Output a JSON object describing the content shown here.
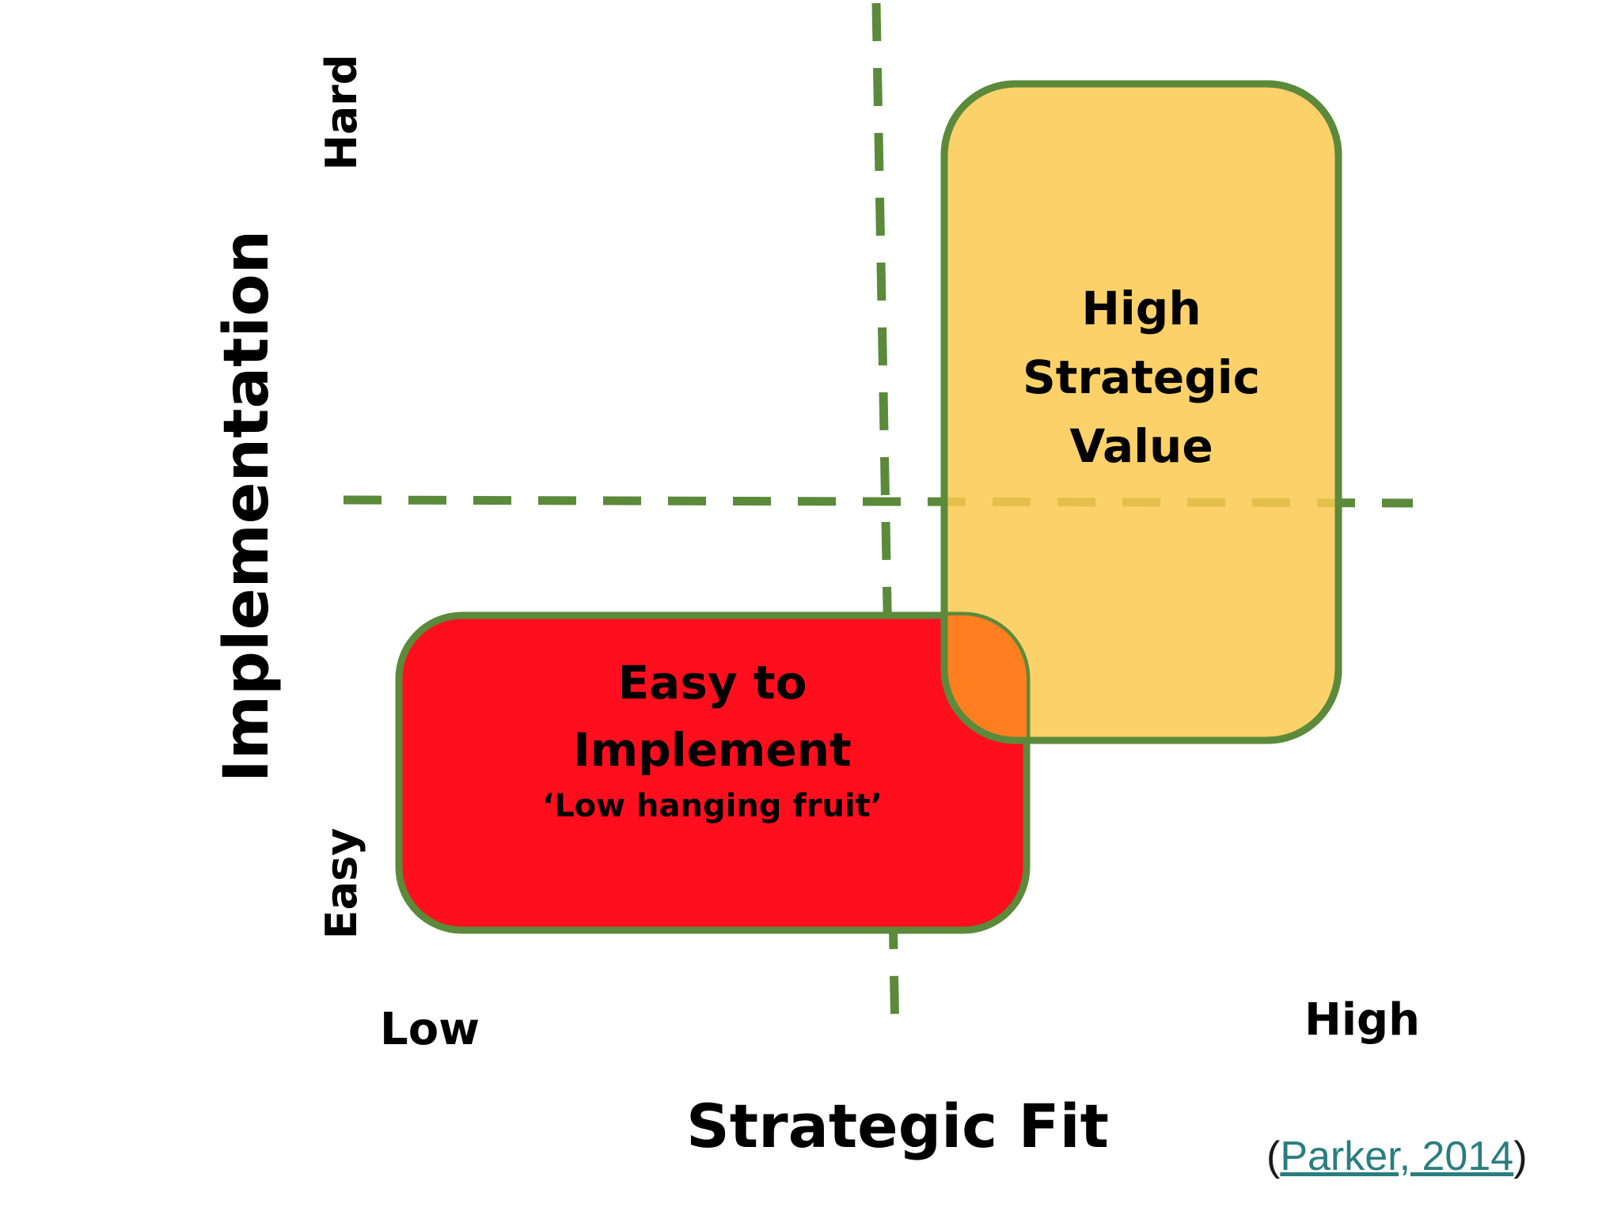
{
  "axes": {
    "y_title": "Implementation",
    "y_high": "Hard",
    "y_low": "Easy",
    "x_title": "Strategic Fit",
    "x_low": "Low",
    "x_high": "High"
  },
  "boxes": {
    "high_value": {
      "line1": "High",
      "line2": "Strategic",
      "line3": "Value"
    },
    "easy": {
      "line1": "Easy to",
      "line2": "Implement",
      "subtitle": "‘Low hanging fruit’"
    }
  },
  "citation": {
    "open": "(",
    "link_text": "Parker, 2014",
    "close": ")"
  },
  "colors": {
    "divider": "#5b8a3a",
    "box_border": "#5b8a3a",
    "high_value_fill": "#fbc94f",
    "easy_fill": "#ff0f1e",
    "overlap_fill": "#ff7f20",
    "link": "#2a7d80"
  }
}
